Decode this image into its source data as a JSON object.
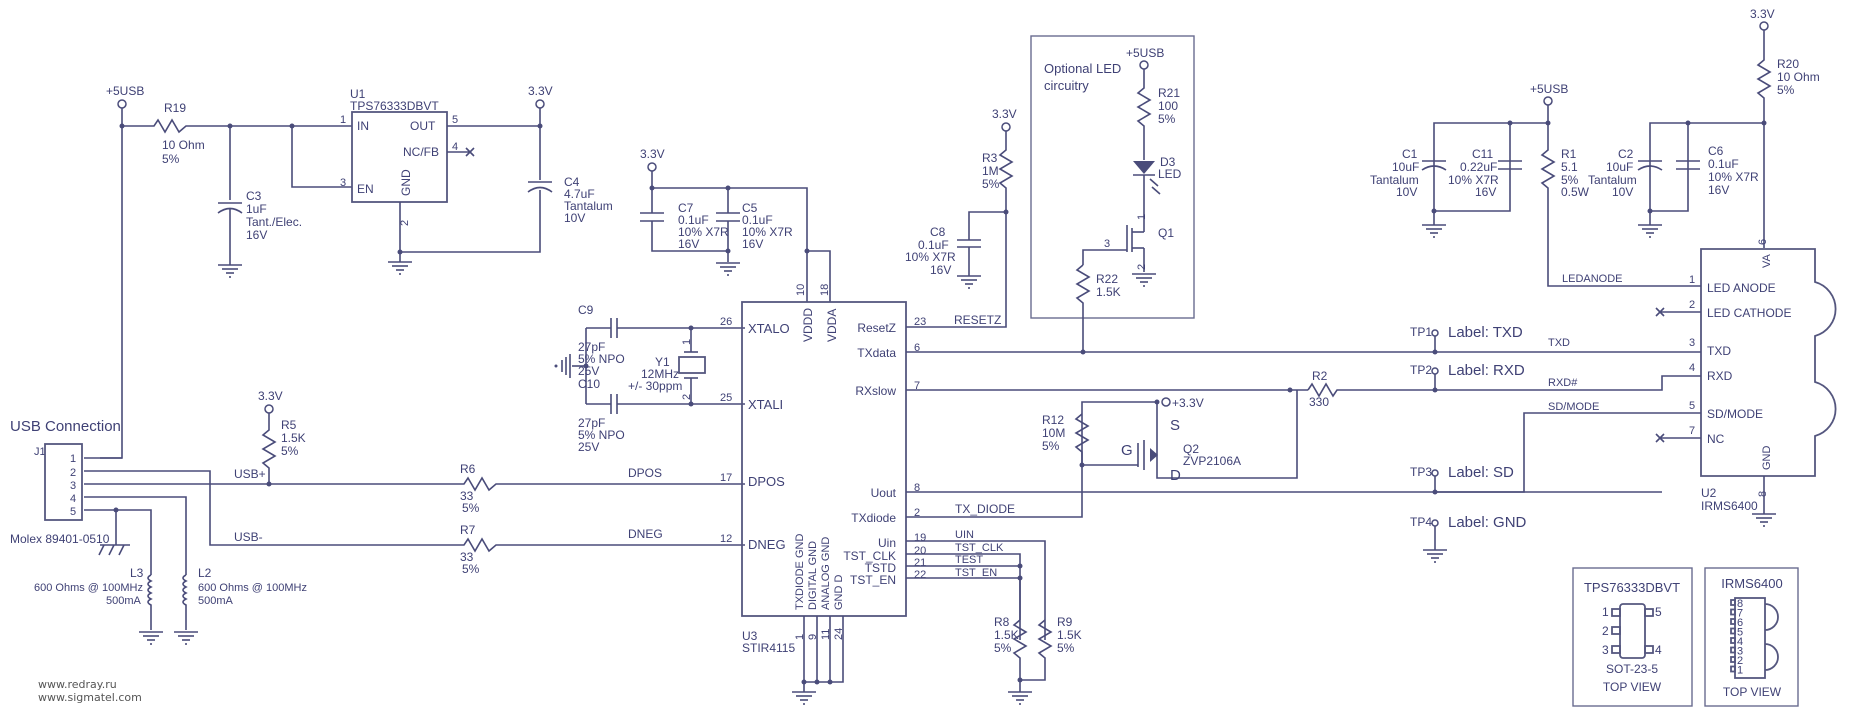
{
  "title": "STIR4115 USB IrDA adapter schematic",
  "rails": {
    "v5": "+5USB",
    "v33": "3.3V",
    "v33plus": "+3.3V"
  },
  "usb": {
    "heading": "USB Connection",
    "ref": "J1",
    "part": "Molex 89401-0510",
    "pins": [
      "1",
      "2",
      "3",
      "4",
      "5"
    ],
    "net_plus": "USB+",
    "net_minus": "USB-"
  },
  "regulator": {
    "ref": "U1",
    "part": "TPS76333DBVT",
    "pins": [
      {
        "num": "1",
        "name": "IN"
      },
      {
        "num": "3",
        "name": "EN"
      },
      {
        "num": "5",
        "name": "OUT"
      },
      {
        "num": "4",
        "name": "NC/FB"
      },
      {
        "num": "2",
        "name": "GND"
      }
    ]
  },
  "components": {
    "R19": {
      "ref": "R19",
      "value": "10 Ohm",
      "tol": "5%"
    },
    "C3": {
      "ref": "C3",
      "value": "1uF",
      "type": "Tant./Elec.",
      "volt": "16V"
    },
    "C4": {
      "ref": "C4",
      "value": "4.7uF",
      "type": "Tantalum",
      "volt": "10V"
    },
    "C7": {
      "ref": "C7",
      "value": "0.1uF",
      "type": "10% X7R",
      "volt": "16V"
    },
    "C5": {
      "ref": "C5",
      "value": "0.1uF",
      "type": "10% X7R",
      "volt": "16V"
    },
    "C9": {
      "ref": "C9",
      "value": "27pF",
      "type": "5% NPO",
      "volt": "25V"
    },
    "C10": {
      "ref": "C10",
      "value": "27pF",
      "type": "5% NPO",
      "volt": "25V"
    },
    "Y1": {
      "ref": "Y1",
      "value": "12MHz",
      "tol": "+/- 30ppm",
      "pin1": "1",
      "pin2": "2"
    },
    "R5": {
      "ref": "R5",
      "value": "1.5K",
      "tol": "5%"
    },
    "R6": {
      "ref": "R6",
      "value": "33",
      "tol": "5%"
    },
    "R7": {
      "ref": "R7",
      "value": "33",
      "tol": "5%"
    },
    "L3": {
      "ref": "L3",
      "value": "600 Ohms @ 100MHz",
      "current": "500mA"
    },
    "L2": {
      "ref": "L2",
      "value": "600 Ohms @ 100MHz",
      "current": "500mA"
    },
    "R3": {
      "ref": "R3",
      "value": "1M",
      "tol": "5%"
    },
    "C8": {
      "ref": "C8",
      "value": "0.1uF",
      "type": "10% X7R",
      "volt": "16V"
    },
    "R21": {
      "ref": "R21",
      "value": "100",
      "tol": "5%"
    },
    "D3": {
      "ref": "D3",
      "value": "LED"
    },
    "Q1": {
      "ref": "Q1",
      "pin1": "1",
      "pin2": "2",
      "pin3": "3"
    },
    "R22": {
      "ref": "R22",
      "value": "1.5K"
    },
    "R12": {
      "ref": "R12",
      "value": "10M",
      "tol": "5%"
    },
    "Q2": {
      "ref": "Q2",
      "value": "ZVP2106A",
      "g": "G",
      "s": "S",
      "d": "D"
    },
    "R2": {
      "ref": "R2",
      "value": "330"
    },
    "R8": {
      "ref": "R8",
      "value": "1.5K",
      "tol": "5%"
    },
    "R9": {
      "ref": "R9",
      "value": "1.5K",
      "tol": "5%"
    },
    "C1": {
      "ref": "C1",
      "value": "10uF",
      "type": "Tantalum",
      "volt": "10V"
    },
    "C11": {
      "ref": "C11",
      "value": "0.22uF",
      "type": "10% X7R",
      "volt": "16V"
    },
    "R1": {
      "ref": "R1",
      "value": "5.1",
      "tol": "5%",
      "power": "0.5W"
    },
    "C2": {
      "ref": "C2",
      "value": "10uF",
      "type": "Tantalum",
      "volt": "10V"
    },
    "C6": {
      "ref": "C6",
      "value": "0.1uF",
      "type": "10% X7R",
      "volt": "16V"
    },
    "R20": {
      "ref": "R20",
      "value": "10 Ohm",
      "tol": "5%"
    }
  },
  "led_box_title": [
    "Optional LED",
    "circuitry"
  ],
  "u3": {
    "ref": "U3",
    "part": "STIR4115",
    "left_pins": [
      {
        "num": "26",
        "name": "XTALO"
      },
      {
        "num": "25",
        "name": "XTALI"
      },
      {
        "num": "17",
        "name": "DPOS"
      },
      {
        "num": "12",
        "name": "DNEG"
      }
    ],
    "top_pins": [
      {
        "num": "10",
        "name": "VDDD"
      },
      {
        "num": "18",
        "name": "VDDA"
      }
    ],
    "right_pins": [
      {
        "num": "23",
        "name": "ResetZ",
        "net": "RESETZ"
      },
      {
        "num": "6",
        "name": "TXdata",
        "net": ""
      },
      {
        "num": "7",
        "name": "RXslow",
        "net": ""
      },
      {
        "num": "8",
        "name": "Uout",
        "net": ""
      },
      {
        "num": "2",
        "name": "TXdiode",
        "net": "TX_DIODE"
      },
      {
        "num": "19",
        "name": "Uin",
        "net": "UIN"
      },
      {
        "num": "20",
        "name": "TST_CLK",
        "net": "TST_CLK"
      },
      {
        "num": "21",
        "name": "TSTD",
        "net": "TEST"
      },
      {
        "num": "22",
        "name": "TST_EN",
        "net": "TST_EN"
      }
    ],
    "bottom_pins": [
      {
        "num": "1",
        "name": "TXDIODE GND"
      },
      {
        "num": "9",
        "name": "DIGITAL GND"
      },
      {
        "num": "11",
        "name": "ANALOG GND"
      },
      {
        "num": "24",
        "name": "GND D"
      }
    ],
    "nets": {
      "dpos": "DPOS",
      "dneg": "DNEG"
    }
  },
  "testpoints": [
    {
      "ref": "TP1",
      "label": "Label: TXD"
    },
    {
      "ref": "TP2",
      "label": "Label: RXD"
    },
    {
      "ref": "TP3",
      "label": "Label: SD"
    },
    {
      "ref": "TP4",
      "label": "Label: GND"
    }
  ],
  "u2": {
    "ref": "U2",
    "part": "IRMS6400",
    "pins": [
      {
        "num": "1",
        "name": "LED ANODE",
        "net": "LEDANODE"
      },
      {
        "num": "2",
        "name": "LED CATHODE",
        "net": ""
      },
      {
        "num": "3",
        "name": "TXD",
        "net": "TXD"
      },
      {
        "num": "4",
        "name": "RXD",
        "net": "RXD#"
      },
      {
        "num": "5",
        "name": "SD/MODE",
        "net": "SD/MODE"
      },
      {
        "num": "7",
        "name": "NC",
        "net": ""
      }
    ],
    "va": {
      "num": "6",
      "name": "VA"
    },
    "gnd": {
      "num": "8",
      "name": "GND"
    }
  },
  "pkg1": {
    "title": "TPS76333DBVT",
    "pins": [
      "1",
      "2",
      "3",
      "5",
      "4"
    ],
    "package": "SOT-23-5",
    "view": "TOP VIEW"
  },
  "pkg2": {
    "title": "IRMS6400",
    "pins": [
      "8",
      "7",
      "6",
      "5",
      "4",
      "3",
      "2",
      "1"
    ],
    "view": "TOP VIEW"
  },
  "footer": [
    "www.redray.ru",
    "www.sigmatel.com"
  ]
}
